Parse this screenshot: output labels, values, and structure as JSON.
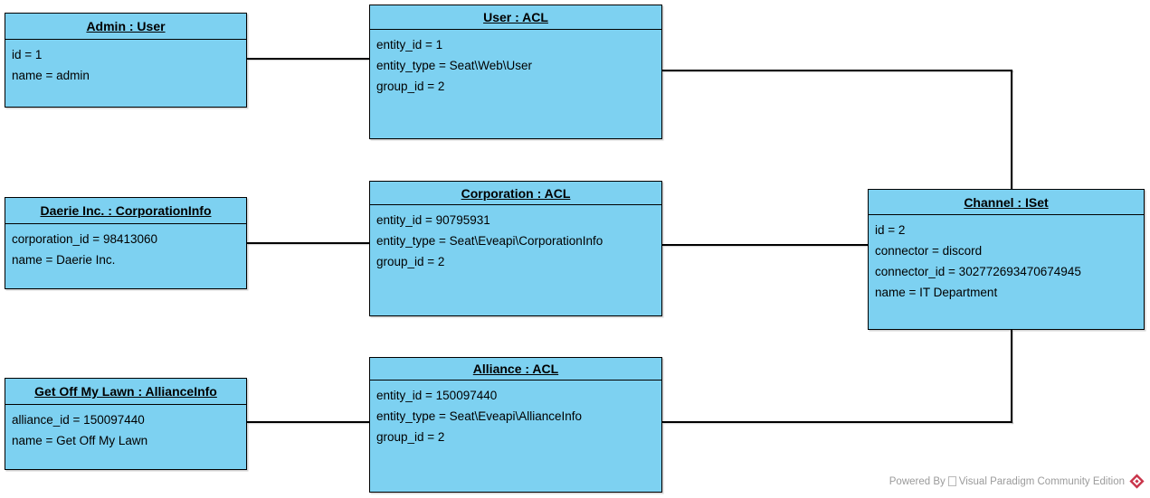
{
  "objects": [
    {
      "name": "Admin : User",
      "attributes": [
        "id = 1",
        "name = admin"
      ]
    },
    {
      "name": "User : ACL",
      "attributes": [
        "entity_id = 1",
        "entity_type = Seat\\Web\\User",
        "group_id = 2"
      ]
    },
    {
      "name": "Daerie Inc. : CorporationInfo",
      "attributes": [
        "corporation_id = 98413060",
        "name = Daerie Inc."
      ]
    },
    {
      "name": "Corporation : ACL",
      "attributes": [
        "entity_id = 90795931",
        "entity_type = Seat\\Eveapi\\CorporationInfo",
        "group_id = 2"
      ]
    },
    {
      "name": "Channel : ISet",
      "attributes": [
        "id = 2",
        "connector = discord",
        "connector_id = 302772693470674945",
        "name = IT Department"
      ]
    },
    {
      "name": "Get Off My Lawn : AllianceInfo",
      "attributes": [
        "alliance_id = 150097440",
        "name = Get Off My Lawn"
      ]
    },
    {
      "name": "Alliance : ACL",
      "attributes": [
        "entity_id = 150097440",
        "entity_type = Seat\\Eveapi\\AllianceInfo",
        "group_id = 2"
      ]
    }
  ],
  "connections": [
    {
      "from": "Admin : User",
      "to": "User : ACL"
    },
    {
      "from": "User : ACL",
      "to": "Channel : ISet"
    },
    {
      "from": "Daerie Inc. : CorporationInfo",
      "to": "Corporation : ACL"
    },
    {
      "from": "Corporation : ACL",
      "to": "Channel : ISet"
    },
    {
      "from": "Get Off My Lawn : AllianceInfo",
      "to": "Alliance : ACL"
    },
    {
      "from": "Alliance : ACL",
      "to": "Channel : ISet"
    }
  ],
  "footer": {
    "powered_by": "Powered By",
    "brand": "Visual Paradigm Community Edition",
    "logo": "visual-paradigm-diamond-logo"
  },
  "colors": {
    "object_fill": "#7DD1F1",
    "object_border": "#000000",
    "connector_line": "#000000",
    "footer_text": "#9B9B9B",
    "logo_red": "#C9344A",
    "background": "#FFFFFF"
  }
}
